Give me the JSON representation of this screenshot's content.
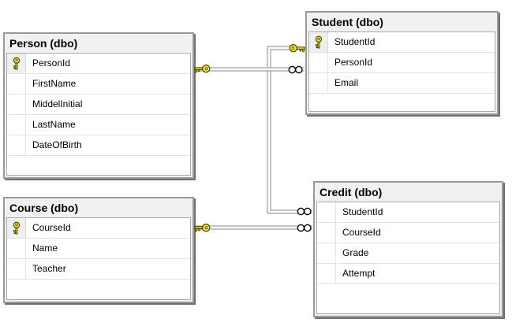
{
  "diagram": {
    "tables": [
      {
        "title": "Person (dbo)",
        "columns": [
          {
            "name": "PersonId",
            "key": true
          },
          {
            "name": "FirstName",
            "key": false
          },
          {
            "name": "MiddelInitial",
            "key": false
          },
          {
            "name": "LastName",
            "key": false
          },
          {
            "name": "DateOfBirth",
            "key": false
          }
        ]
      },
      {
        "title": "Student (dbo)",
        "columns": [
          {
            "name": "StudentId",
            "key": true
          },
          {
            "name": "PersonId",
            "key": false
          },
          {
            "name": "Email",
            "key": false
          }
        ]
      },
      {
        "title": "Course (dbo)",
        "columns": [
          {
            "name": "CourseId",
            "key": true
          },
          {
            "name": "Name",
            "key": false
          },
          {
            "name": "Teacher",
            "key": false
          }
        ]
      },
      {
        "title": "Credit (dbo)",
        "columns": [
          {
            "name": "StudentId",
            "key": false
          },
          {
            "name": "CourseId",
            "key": false
          },
          {
            "name": "Grade",
            "key": false
          },
          {
            "name": "Attempt",
            "key": false
          }
        ]
      }
    ],
    "relationships": [
      {
        "one_side": "Person.PersonId",
        "many_side": "Student.PersonId",
        "one_symbol": "key-icon",
        "many_symbol": "infinity-icon"
      },
      {
        "one_side": "Student.StudentId",
        "many_side": "Credit.StudentId",
        "one_symbol": "key-icon",
        "many_symbol": "infinity-icon"
      },
      {
        "one_side": "Course.CourseId",
        "many_side": "Credit.CourseId",
        "one_symbol": "key-icon",
        "many_symbol": "infinity-icon"
      }
    ],
    "colors": {
      "background": "#ffffff",
      "table_header_bg": "#f1f1f1",
      "table_border": "#9a9a9a",
      "table_shadow": "#6e6e6e",
      "grid_border": "#a9a9a9",
      "row_separator": "#e3e3e3",
      "relationship_line": "#8a8a8a",
      "key_yellow": "#ffe81a",
      "text": "#000000"
    }
  }
}
